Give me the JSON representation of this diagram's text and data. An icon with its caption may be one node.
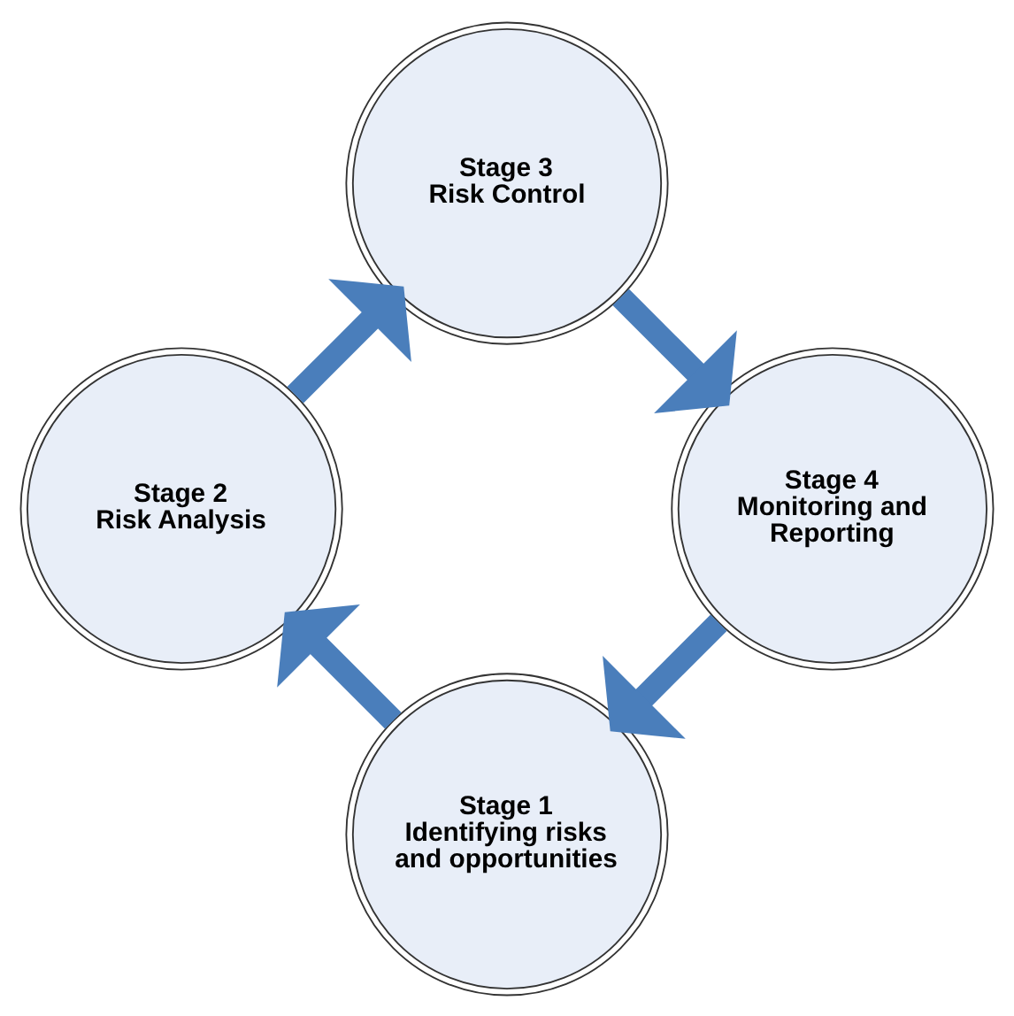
{
  "diagram": {
    "nodes": [
      {
        "text": [
          "Stage 1",
          "Identifying risks and opportunities"
        ]
      },
      {
        "text": [
          "Stage 2",
          "Risk Analysis"
        ]
      },
      {
        "text": [
          "Stage 3",
          "Risk Control"
        ]
      },
      {
        "text": [
          "Stage 4",
          "Monitoring and Reporting"
        ]
      }
    ],
    "edges": [
      {
        "from": 0,
        "to": 1,
        "arrow": "to"
      },
      {
        "from": 1,
        "to": 2,
        "arrow": "to"
      },
      {
        "from": 2,
        "to": 3,
        "arrow": "to"
      },
      {
        "from": 3,
        "to": 0,
        "arrow": "to"
      }
    ]
  }
}
